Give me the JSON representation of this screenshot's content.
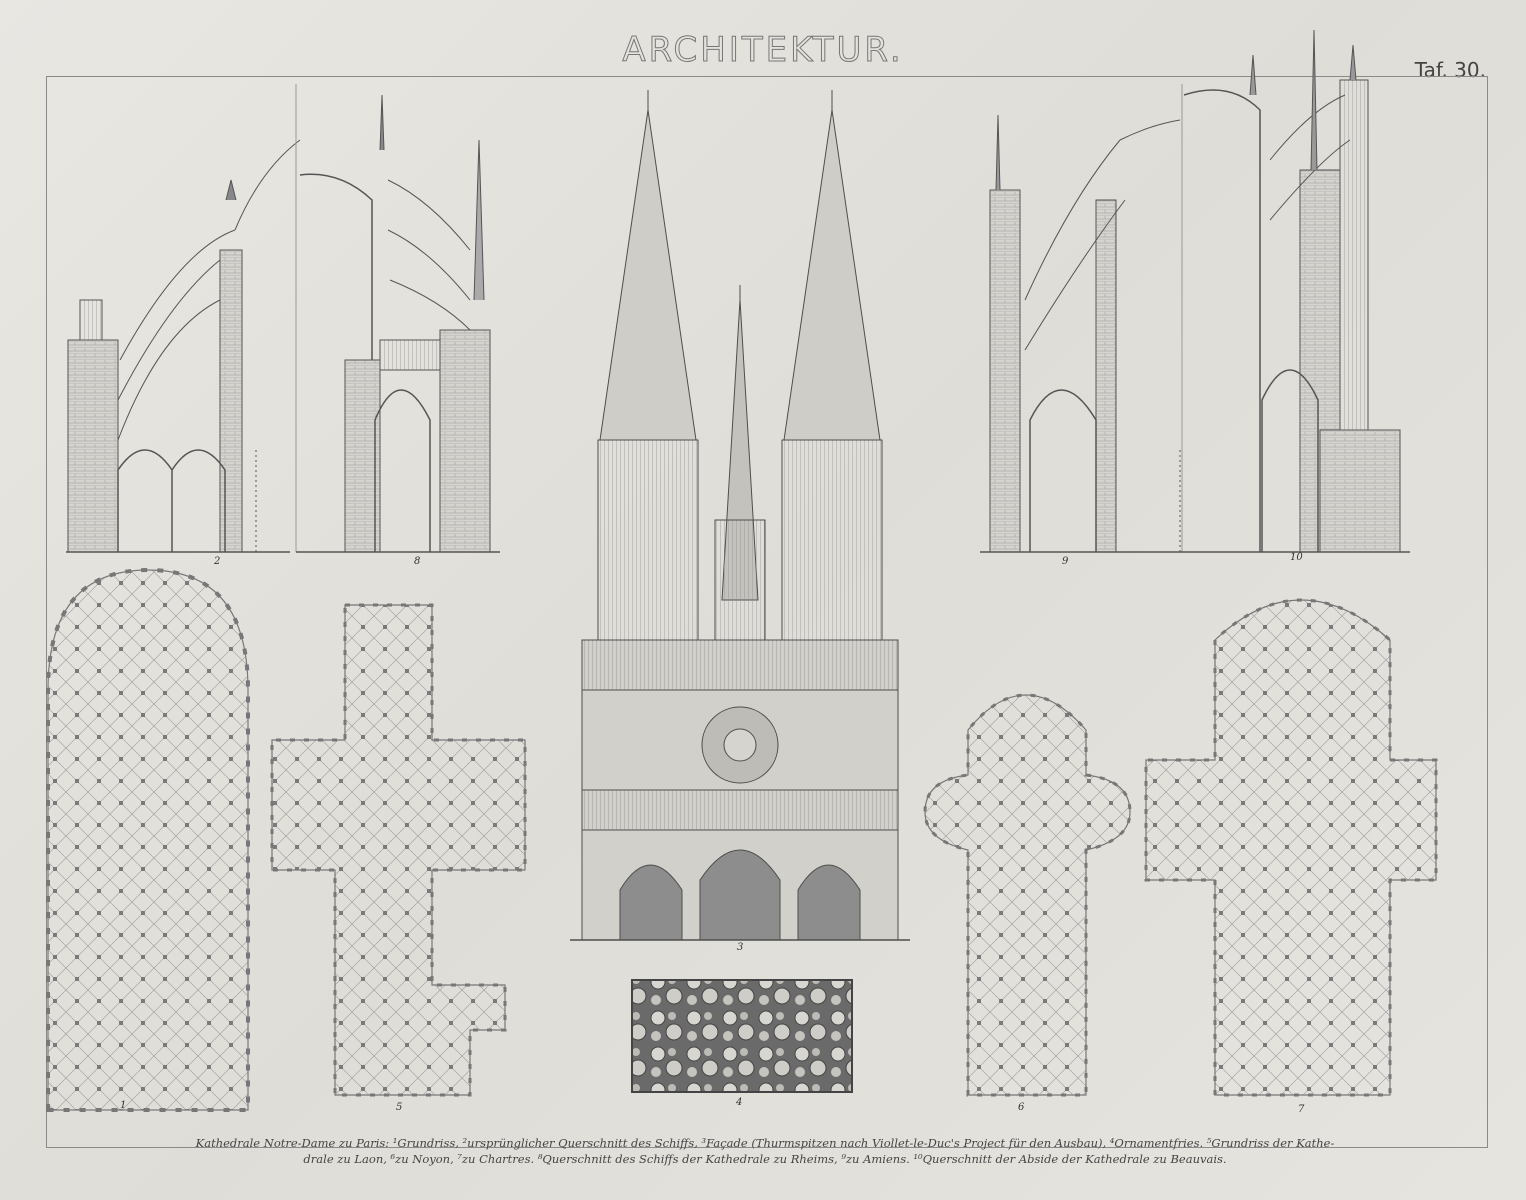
{
  "plate": {
    "title": "ARCHITEKTUR.",
    "plate_number": "Taf. 30."
  },
  "figures": {
    "fig1": "1",
    "fig2": "2",
    "fig3": "3",
    "fig4": "4",
    "fig5": "5",
    "fig6": "6",
    "fig7": "7",
    "fig8": "8",
    "fig9": "9",
    "fig10": "10"
  },
  "caption": {
    "line1": "Kathedrale Notre-Dame zu Paris: ¹Grundriss, ²ursprünglicher Querschnitt des Schiffs, ³Façade (Thurmspitzen nach Viollet-le-Duc's Project für den Ausbau), ⁴Ornamentfries. ⁵Grundriss der Kathe-",
    "line2": "drale zu Laon, ⁶zu Noyon, ⁷zu Chartres. ⁸Querschnitt des Schiffs der Kathedrale zu Rheims, ⁹zu Amiens. ¹⁰Querschnitt der Abside der Kathedrale zu Beauvais."
  },
  "colors": {
    "paper": "#e4e2dd",
    "ink": "#555555",
    "fill": "#8e8e8e"
  }
}
